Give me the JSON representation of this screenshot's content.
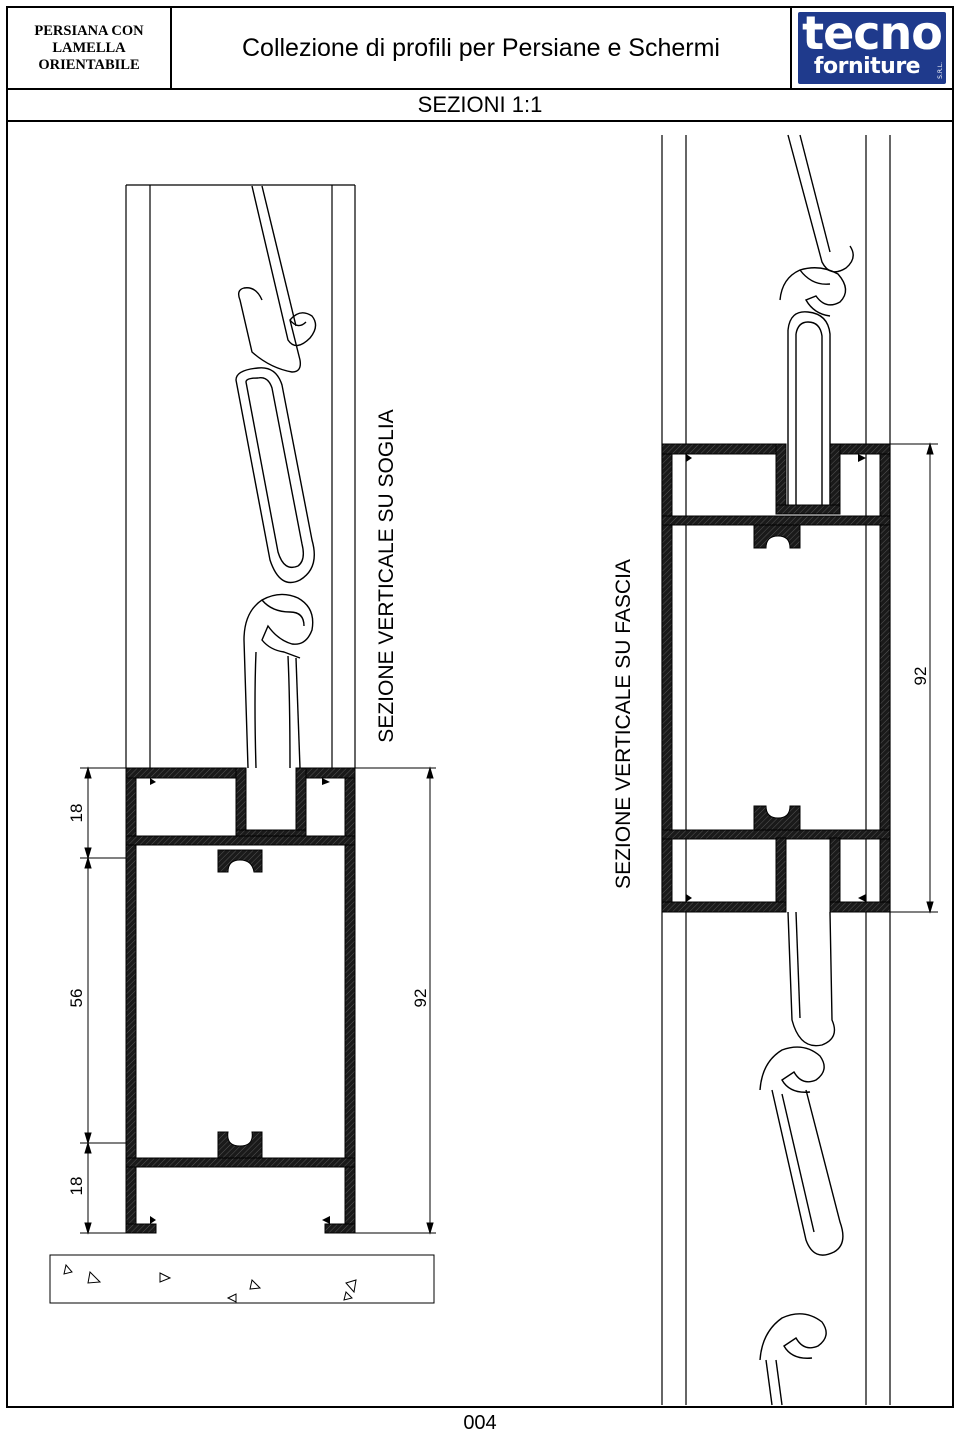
{
  "header": {
    "left_line1": "PERSIANA CON",
    "left_line2": "LAMELLA ORIENTABILE",
    "title": "Collezione di profili per Persiane e Schermi",
    "logo_top": "tecno",
    "logo_bottom": "forniture",
    "logo_suffix": "S.R.L.",
    "subtitle": "SEZIONI 1:1"
  },
  "drawing": {
    "left_section_label": "SEZIONE VERTICALE SU SOGLIA",
    "right_section_label": "SEZIONE VERTICALE SU FASCIA",
    "left_dims": {
      "top": "18",
      "middle": "56",
      "bottom": "18",
      "total": "92"
    },
    "right_dims": {
      "total": "92"
    }
  },
  "footer": {
    "page_number": "004"
  }
}
